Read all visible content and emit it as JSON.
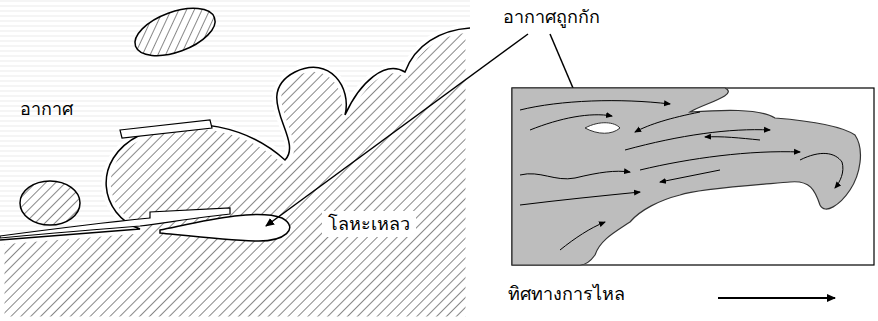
{
  "diagram": {
    "labels": [
      "อากาศถูกกัก",
      "อากาศ",
      "โลหะเหลว",
      "ทิศทางการไหล"
    ]
  }
}
